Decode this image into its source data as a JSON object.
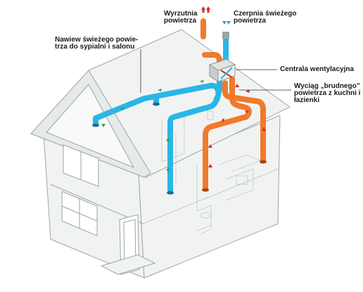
{
  "labels": {
    "exhaust_out": [
      "Wyrzutnia",
      "powietrza"
    ],
    "fresh_in": [
      "Czerpnia   świeżego",
      "powietrza"
    ],
    "supply": [
      "Nawiew   świeżego   powie-",
      "trza do sypialni i salonu"
    ],
    "unit": [
      "Centrala wentylacyjna"
    ],
    "extract": [
      "Wyciąg  „brudnego”",
      "powietrza z kuchni i",
      "łazienki"
    ]
  },
  "colors": {
    "fresh_duct": "#2ab6e6",
    "dirty_duct": "#f07a2c",
    "house_line": "#9aa6a3",
    "house_fill": "#f1f3f2",
    "arrow_red": "#e0261c",
    "arrow_green": "#3f9a6b",
    "arrow_blue": "#5b8fb8"
  }
}
